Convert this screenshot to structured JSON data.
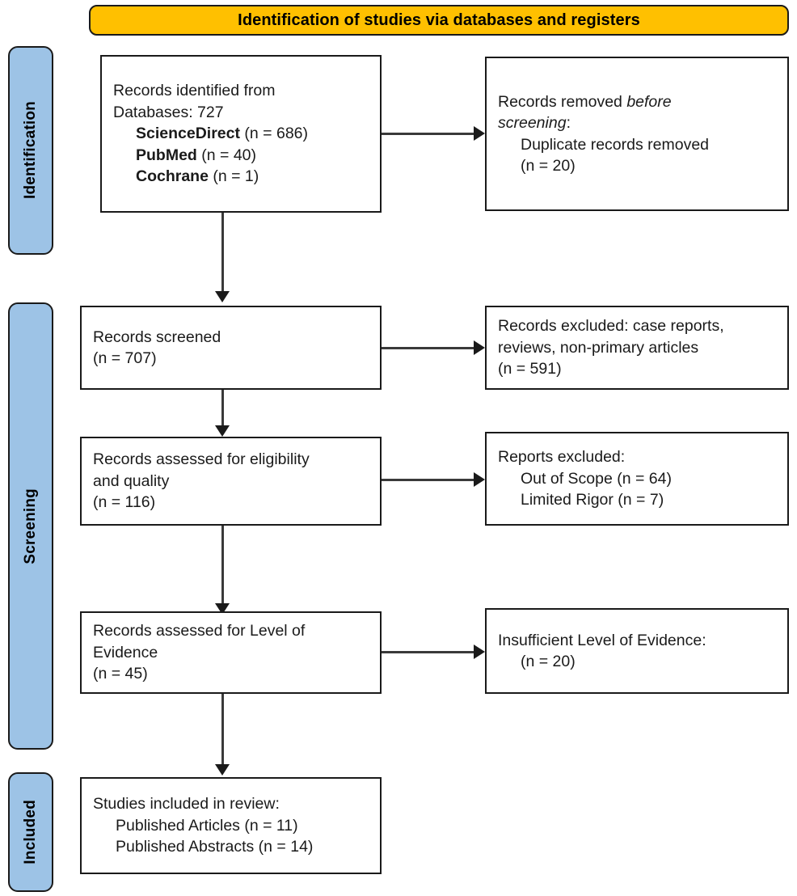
{
  "diagram": {
    "title": "Identification of studies via databases and registers",
    "type": "prisma-flow-diagram",
    "colors": {
      "banner": "#FFC000",
      "stage_tab": "#9DC3E6",
      "box_border": "#1a1a1a",
      "box_fill": "#FFFFFF",
      "connector": "#3a3a3a"
    }
  },
  "stages": [
    {
      "label": "Identification"
    },
    {
      "label": "Screening"
    },
    {
      "label": "Included"
    }
  ],
  "boxes": {
    "identified": {
      "lines": [
        {
          "text": "Records identified from",
          "indent": false
        },
        {
          "text": "Databases: 727",
          "indent": false
        },
        {
          "html": "<b>ScienceDirect</b> (n = 686)",
          "indent": true
        },
        {
          "html": "<b>PubMed</b> (n = 40)",
          "indent": true
        },
        {
          "html": "<b>Cochrane</b> (n = 1)",
          "indent": true
        }
      ]
    },
    "removed_before_screening": {
      "lines": [
        {
          "html": "Records removed <i>before</i>",
          "indent": false
        },
        {
          "html": "<i>screening</i>:",
          "indent": false
        },
        {
          "text": "Duplicate records removed",
          "indent": true
        },
        {
          "text": "(n = 20)",
          "indent": true
        }
      ]
    },
    "records_screened": {
      "lines": [
        {
          "text": "Records screened",
          "indent": false
        },
        {
          "text": "(n = 707)",
          "indent": false
        }
      ]
    },
    "records_excluded": {
      "lines": [
        {
          "text": "Records excluded: case reports,",
          "indent": false
        },
        {
          "text": "reviews, non-primary articles",
          "indent": false
        },
        {
          "text": "(n = 591)",
          "indent": false
        }
      ]
    },
    "assessed_eligibility": {
      "lines": [
        {
          "text": "Records assessed for eligibility",
          "indent": false
        },
        {
          "text": "and quality",
          "indent": false
        },
        {
          "text": "(n = 116)",
          "indent": false
        }
      ]
    },
    "reports_excluded": {
      "lines": [
        {
          "text": "Reports excluded:",
          "indent": false
        },
        {
          "text": "Out of Scope (n = 64)",
          "indent": true
        },
        {
          "text": "Limited Rigor (n = 7)",
          "indent": true
        }
      ]
    },
    "assessed_loe": {
      "lines": [
        {
          "text": "Records assessed for Level of",
          "indent": false
        },
        {
          "text": "Evidence",
          "indent": false
        },
        {
          "text": "(n = 45)",
          "indent": false
        }
      ]
    },
    "insufficient_loe": {
      "lines": [
        {
          "text": "Insufficient Level of Evidence:",
          "indent": false
        },
        {
          "text": "(n = 20)",
          "indent": true
        }
      ]
    },
    "included_studies": {
      "lines": [
        {
          "text": "Studies included in review:",
          "indent": false
        },
        {
          "text": "Published Articles (n = 11)",
          "indent": true
        },
        {
          "text": "Published Abstracts (n = 14)",
          "indent": true
        }
      ]
    }
  },
  "counts": {
    "databases_total": 727,
    "sciencedirect": 686,
    "pubmed": 40,
    "cochrane": 1,
    "duplicates_removed": 20,
    "records_screened": 707,
    "records_excluded": 591,
    "assessed_eligibility": 116,
    "excluded_out_of_scope": 64,
    "excluded_limited_rigor": 7,
    "assessed_level_of_evidence": 45,
    "insufficient_level_of_evidence": 20,
    "included_published_articles": 11,
    "included_published_abstracts": 14
  }
}
